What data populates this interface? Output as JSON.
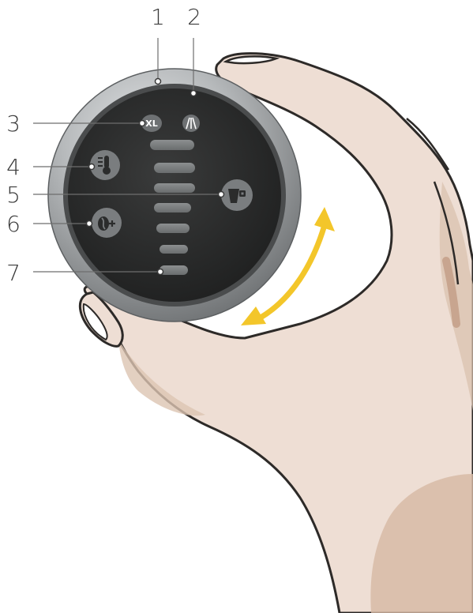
{
  "diagram": {
    "callouts": [
      {
        "number": "1",
        "target": "dial-ring"
      },
      {
        "number": "2",
        "target": "descaling-indicator"
      },
      {
        "number": "3",
        "target": "xl-indicator"
      },
      {
        "number": "4",
        "target": "temperature-button"
      },
      {
        "number": "5",
        "target": "cup-button"
      },
      {
        "number": "6",
        "target": "intensity-button"
      },
      {
        "number": "7",
        "target": "level-bar-lowest"
      }
    ],
    "xl_label": "XL",
    "level_bar_count": 7,
    "arrow_color": "#f3c62a",
    "ring_color": "#a9acae",
    "face_color": "#2b2c2c",
    "skin_color": "#eeded4",
    "skin_shadow_color": "#d5b6a0"
  }
}
